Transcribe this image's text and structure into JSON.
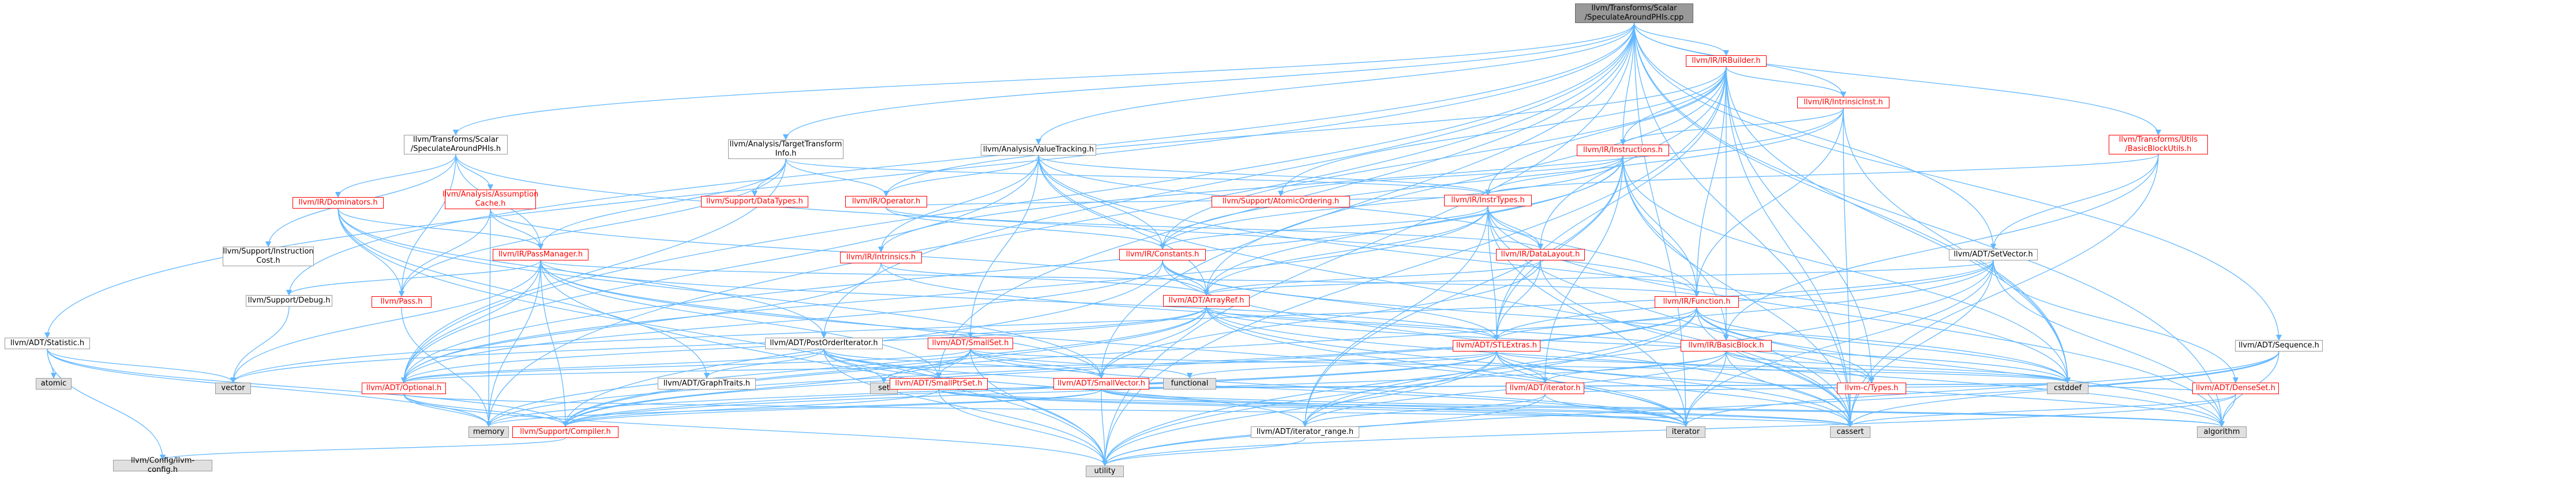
{
  "colors": {
    "edge": "#63b8ff",
    "border": "#999999",
    "border_incomplete": "#ff0000",
    "root_fill": "#999999",
    "system_fill": "#e0e0e0"
  },
  "nodes": {
    "root": "llvm/Transforms/Scalar\n/SpeculateAroundPHIs.cpp",
    "irbuilder": "llvm/IR/IRBuilder.h",
    "intrinsicinst": "llvm/IR/IntrinsicInst.h",
    "instructions": "llvm/IR/Instructions.h",
    "basicblockutils": "llvm/Transforms/Utils\n/BasicBlockUtils.h",
    "spec_h": "llvm/Transforms/Scalar\n/SpeculateAroundPHIs.h",
    "tti": "llvm/Analysis/TargetTransform\nInfo.h",
    "valuetracking": "llvm/Analysis/ValueTracking.h",
    "instrtypes": "llvm/IR/InstrTypes.h",
    "dominators": "llvm/IR/Dominators.h",
    "assumptioncache": "llvm/Analysis/Assumption\nCache.h",
    "datatypes": "llvm/Support/DataTypes.h",
    "operator": "llvm/IR/Operator.h",
    "atomicordering": "llvm/Support/AtomicOrdering.h",
    "instructioncost": "llvm/Support/Instruction\nCost.h",
    "passmanager": "llvm/IR/PassManager.h",
    "intrinsics": "llvm/IR/Intrinsics.h",
    "constants": "llvm/IR/Constants.h",
    "datalayout": "llvm/IR/DataLayout.h",
    "setvector": "llvm/ADT/SetVector.h",
    "debug": "llvm/Support/Debug.h",
    "pass": "llvm/Pass.h",
    "arrayref": "llvm/ADT/ArrayRef.h",
    "function": "llvm/IR/Function.h",
    "statistic": "llvm/ADT/Statistic.h",
    "atomic": "atomic",
    "vector": "vector",
    "postorderiterator": "llvm/ADT/PostOrderIterator.h",
    "graphtraits": "llvm/ADT/GraphTraits.h",
    "optional": "llvm/ADT/Optional.h",
    "smallset": "llvm/ADT/SmallSet.h",
    "set": "set",
    "smallptrset": "llvm/ADT/SmallPtrSet.h",
    "stlextras": "llvm/ADT/STLExtras.h",
    "smallvector": "llvm/ADT/SmallVector.h",
    "functional": "functional",
    "basicblock": "llvm/IR/BasicBlock.h",
    "iterator": "llvm/ADT/iterator.h",
    "ctypes": "llvm-c/Types.h",
    "cstddef": "cstddef",
    "sequence": "llvm/ADT/Sequence.h",
    "densemap": "llvm/ADT/DenseSet.h",
    "memory": "memory",
    "compiler": "llvm/Support/Compiler.h",
    "iterator_range": "llvm/ADT/iterator_range.h",
    "iterator_std": "iterator",
    "cassert": "cassert",
    "algorithm": "algorithm",
    "llvmconfig": "llvm/Config/llvm-config.h",
    "utility": "utility"
  }
}
